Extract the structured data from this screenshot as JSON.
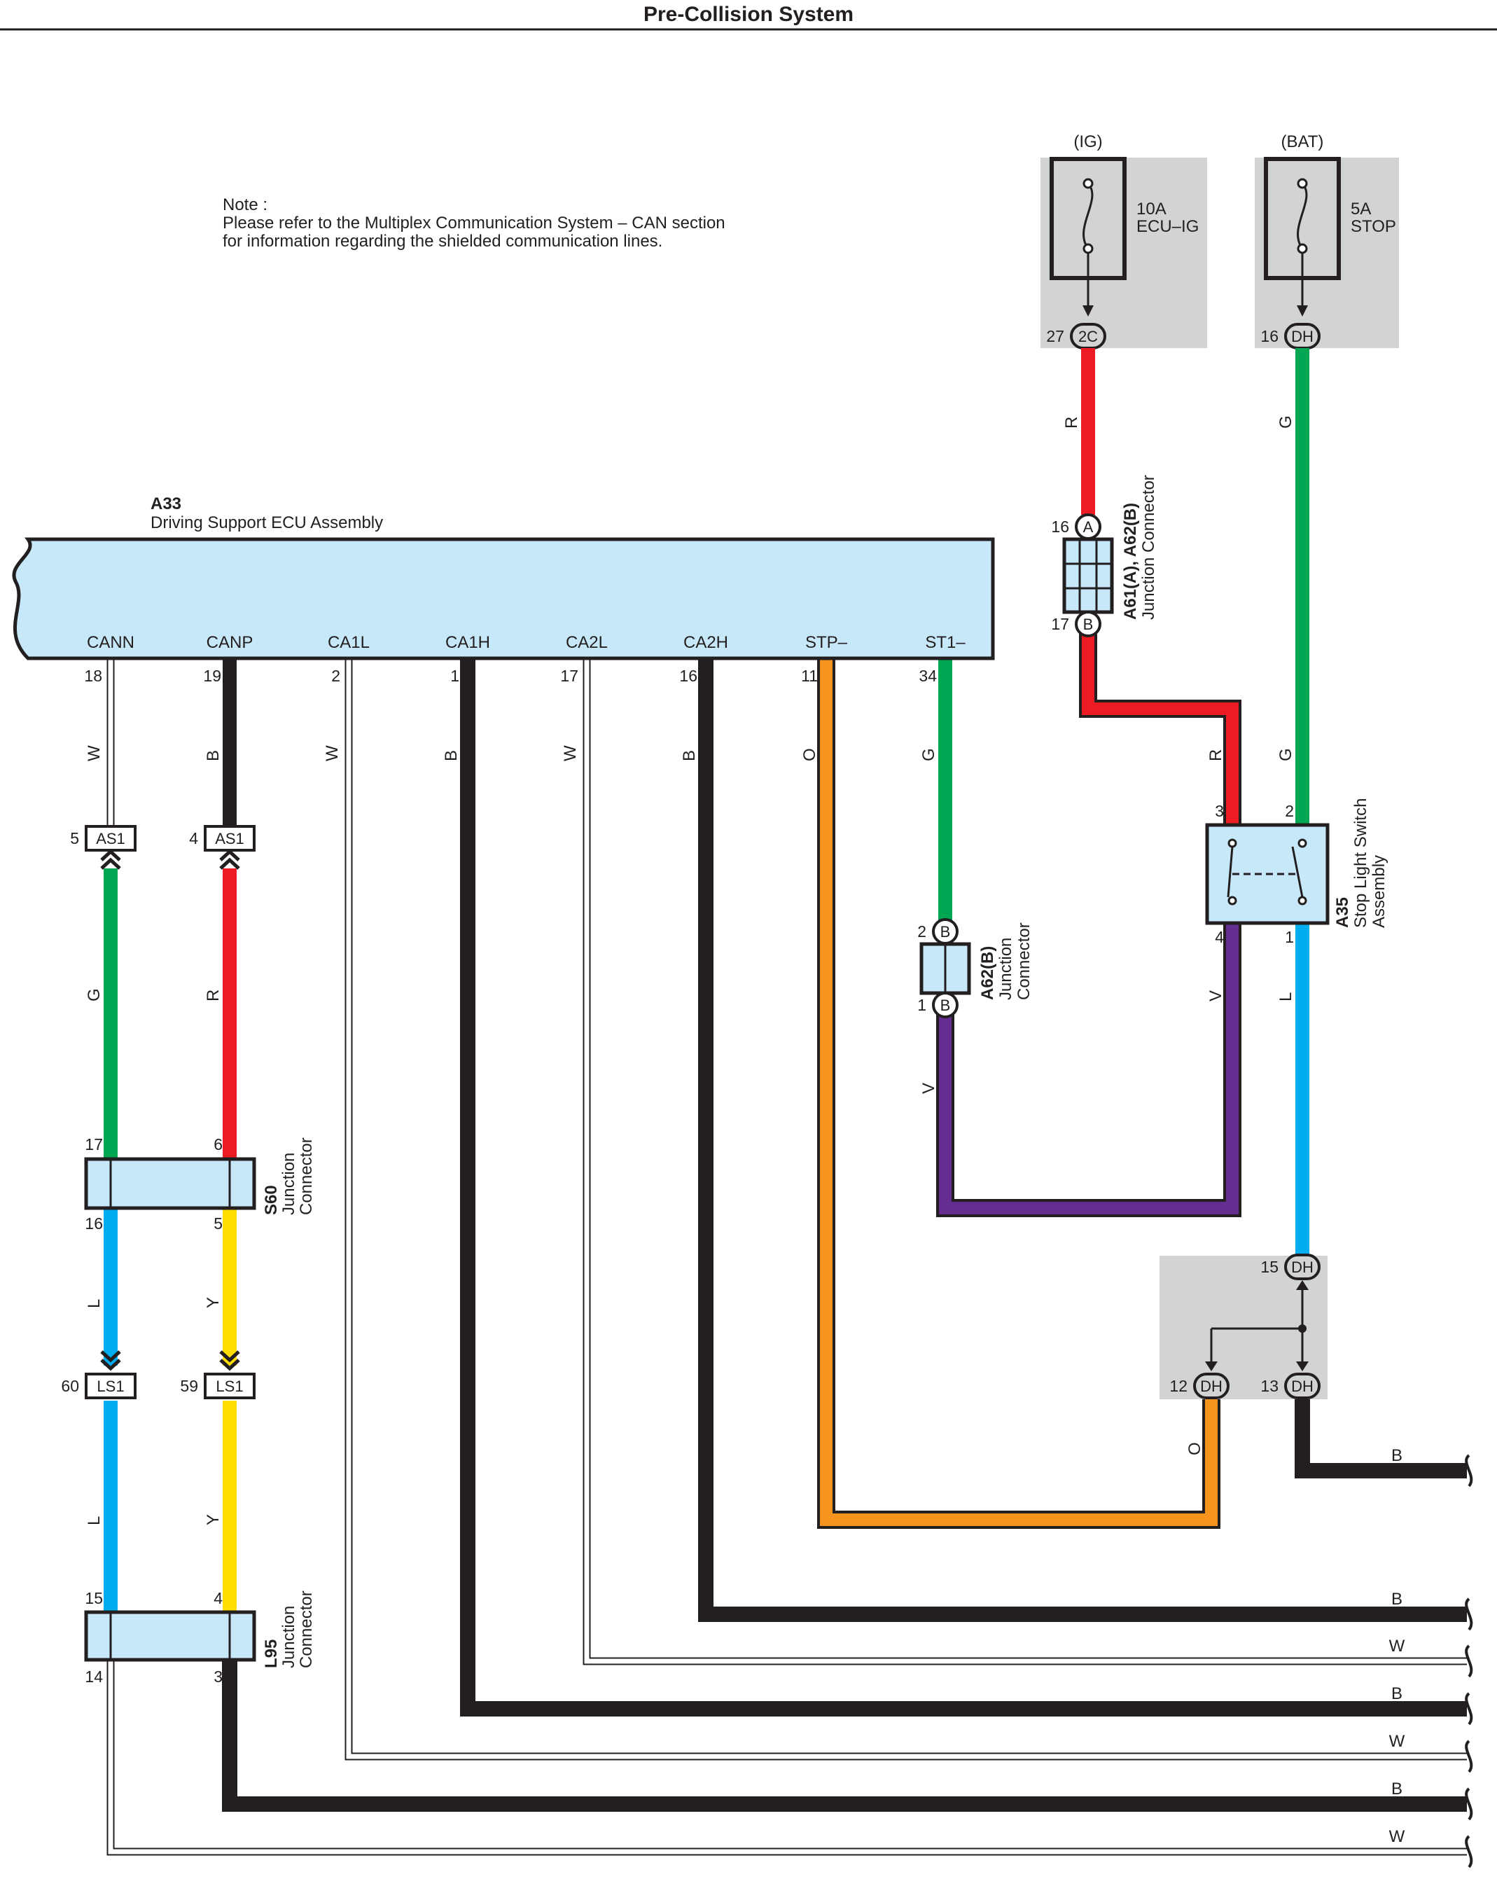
{
  "page_title": "Pre-Collision System",
  "note": {
    "line1": "Note :",
    "line2": "Please refer to the Multiplex Communication System – CAN section",
    "line3": "for information regarding the shielded communication lines."
  },
  "colors": {
    "W": "#ffffff",
    "B": "#231f20",
    "G": "#00a651",
    "R": "#ed1c24",
    "L": "#00aeef",
    "Y": "#ffde00",
    "O": "#f7941d",
    "V": "#662d91",
    "ecu_fill": "#c7e8f8",
    "gray_box": "#d1d3d4"
  },
  "ecu": {
    "id": "A33",
    "name": "Driving Support ECU Assembly",
    "terminals": [
      {
        "name": "CANN",
        "pin": "18",
        "wire": "W"
      },
      {
        "name": "CANP",
        "pin": "19",
        "wire": "B"
      },
      {
        "name": "CA1L",
        "pin": "2",
        "wire": "W"
      },
      {
        "name": "CA1H",
        "pin": "1",
        "wire": "B"
      },
      {
        "name": "CA2L",
        "pin": "17",
        "wire": "W"
      },
      {
        "name": "CA2H",
        "pin": "16",
        "wire": "B"
      },
      {
        "name": "STP–",
        "pin": "11",
        "wire": "O"
      },
      {
        "name": "ST1–",
        "pin": "34",
        "wire": "G"
      }
    ]
  },
  "fuse_ig": {
    "source": "(IG)",
    "rating": "10A",
    "name": "ECU–IG",
    "pin": "27",
    "connector": "2C"
  },
  "fuse_bat": {
    "source": "(BAT)",
    "rating": "5A",
    "name": "STOP",
    "pin": "16",
    "connector": "DH"
  },
  "jc_a61": {
    "id": "A61(A), A62(B)",
    "name": "Junction Connector",
    "pin_top": "16",
    "letter_top": "A",
    "pin_bottom": "17",
    "letter_bottom": "B"
  },
  "jc_a62": {
    "id": "A62(B)",
    "name1": "Junction",
    "name2": "Connector",
    "pin_top": "2",
    "letter_top": "B",
    "pin_bottom": "1",
    "letter_bottom": "B"
  },
  "stop_switch": {
    "id": "A35",
    "name1": "Stop Light Switch",
    "name2": "Assembly",
    "pin3": "3",
    "pin2": "2",
    "pin4": "4",
    "pin1": "1"
  },
  "as1": {
    "label": "AS1",
    "pin_left": "5",
    "pin_right": "4"
  },
  "ls1": {
    "label": "LS1",
    "pin_left": "60",
    "pin_right": "59"
  },
  "s60": {
    "id": "S60",
    "name1": "Junction",
    "name2": "Connector",
    "pin_tl": "17",
    "pin_tr": "6",
    "pin_bl": "16",
    "pin_br": "5"
  },
  "l95": {
    "id": "L95",
    "name1": "Junction",
    "name2": "Connector",
    "pin_tl": "15",
    "pin_tr": "4",
    "pin_bl": "14",
    "pin_br": "3"
  },
  "dh_box": {
    "label": "DH",
    "pin15": "15",
    "pin12": "12",
    "pin13": "13"
  },
  "wire_labels": {
    "r": "R",
    "g": "G",
    "w": "W",
    "b": "B",
    "o": "O",
    "v": "V",
    "l": "L",
    "y": "Y"
  },
  "right_exit_labels": [
    "B",
    "B",
    "W",
    "B",
    "W",
    "B",
    "W"
  ]
}
